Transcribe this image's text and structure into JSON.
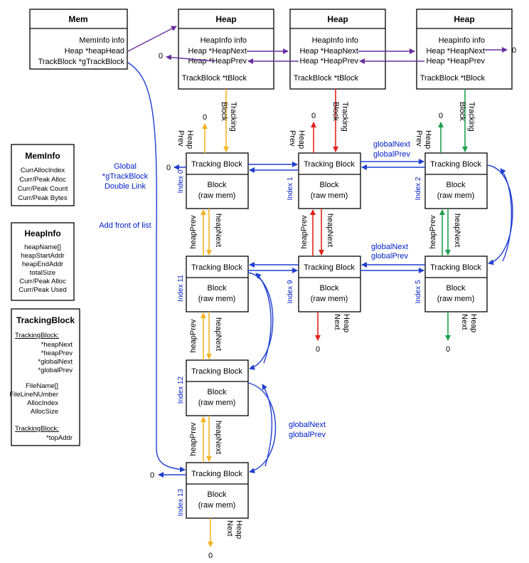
{
  "colors": {
    "blue": "#1f3fd0",
    "purple": "#6b2fa0",
    "orange": "#f5b325",
    "red": "#e2231a",
    "green": "#1fa04c",
    "black": "#000000"
  },
  "mem": {
    "title": "Mem",
    "lines": [
      "MemInfo info",
      "Heap *heapHead",
      "TrackBlock *gTrackBlock"
    ]
  },
  "heap": {
    "title": "Heap",
    "lines": [
      "HeapInfo info",
      "Heap *HeapNext",
      "Heap *HeapPrev",
      "TrackBlock *tBlock"
    ]
  },
  "meminfo": {
    "title": "MemInfo",
    "lines": [
      "CurrAllocIndex",
      "Curr/Peak Alloc",
      "Curr/Peak Count",
      "Curr/Peak Bytes"
    ]
  },
  "heapinfo": {
    "title": "HeapInfo",
    "lines": [
      "heapName[]",
      "heapStartAddr",
      "heapEndAddr",
      "totalSize",
      "Curr/Peak Alloc",
      "Curr/Peak Used"
    ]
  },
  "trackingblock": {
    "title": "TrackingBlock",
    "lines": [
      "TrackingBlock:",
      "*heapNext",
      "*heapPrev",
      "*globalNext",
      "*globalPrev",
      "FileName[]",
      "FileLineNUmber",
      "AllocIndex",
      "AllocSize",
      "TrackingBlock:",
      "*topAddr"
    ]
  },
  "block": {
    "top": "Tracking Block",
    "bottom1": "Block",
    "bottom2": "(raw mem)"
  },
  "indices": [
    "Index 0",
    "Index 1",
    "Index 2",
    "Index 11",
    "Index 9",
    "Index 5",
    "Index 12",
    "Index 13"
  ],
  "labels": {
    "zero": "0",
    "tracking": "Tracking",
    "block": "Block",
    "heap": "Heap",
    "prev": "Prev",
    "next": "Next",
    "heapNext": "heapNext",
    "heapPrev": "heapPrev",
    "globalNext": "globalNext",
    "globalPrev": "globalPrev",
    "global": "Global",
    "gTrackBlock": "*gTrackBlock",
    "doubleLink": "Double Link",
    "addFront": "Add front of list"
  }
}
